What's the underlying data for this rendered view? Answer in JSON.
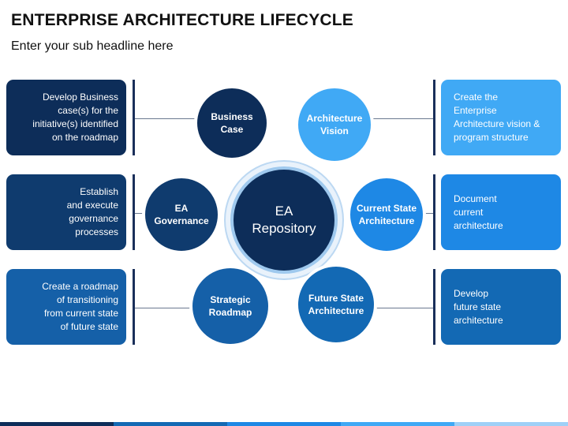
{
  "title": "ENTERPRISE ARCHITECTURE LIFECYCLE",
  "subtitle": "Enter your sub headline here",
  "center": {
    "label": "EA\nRepository"
  },
  "stages": [
    {
      "label": "Business\nCase",
      "description": "Develop Business\ncase(s) for the\ninitiative(s) identified\non the roadmap"
    },
    {
      "label": "Architecture\nVision",
      "description": "Create the\nEnterprise\nArchitecture vision &\nprogram structure"
    },
    {
      "label": "EA\nGovernance",
      "description": "Establish\nand execute\ngovernance\nprocesses"
    },
    {
      "label": "Current State\nArchitecture",
      "description": "Document\ncurrent\narchitecture"
    },
    {
      "label": "Strategic\nRoadmap",
      "description": "Create a roadmap\nof transitioning\nfrom current state\nof future state"
    },
    {
      "label": "Future State\nArchitecture",
      "description": "Develop\nfuture state\narchitecture"
    }
  ],
  "colors": {
    "navy": "#0d2d59",
    "dark_blue": "#0f3b6e",
    "mid_blue": "#1369b4",
    "bright_blue": "#1e88e5",
    "sky_blue": "#40a9f5",
    "light_blue": "#2196f3"
  }
}
